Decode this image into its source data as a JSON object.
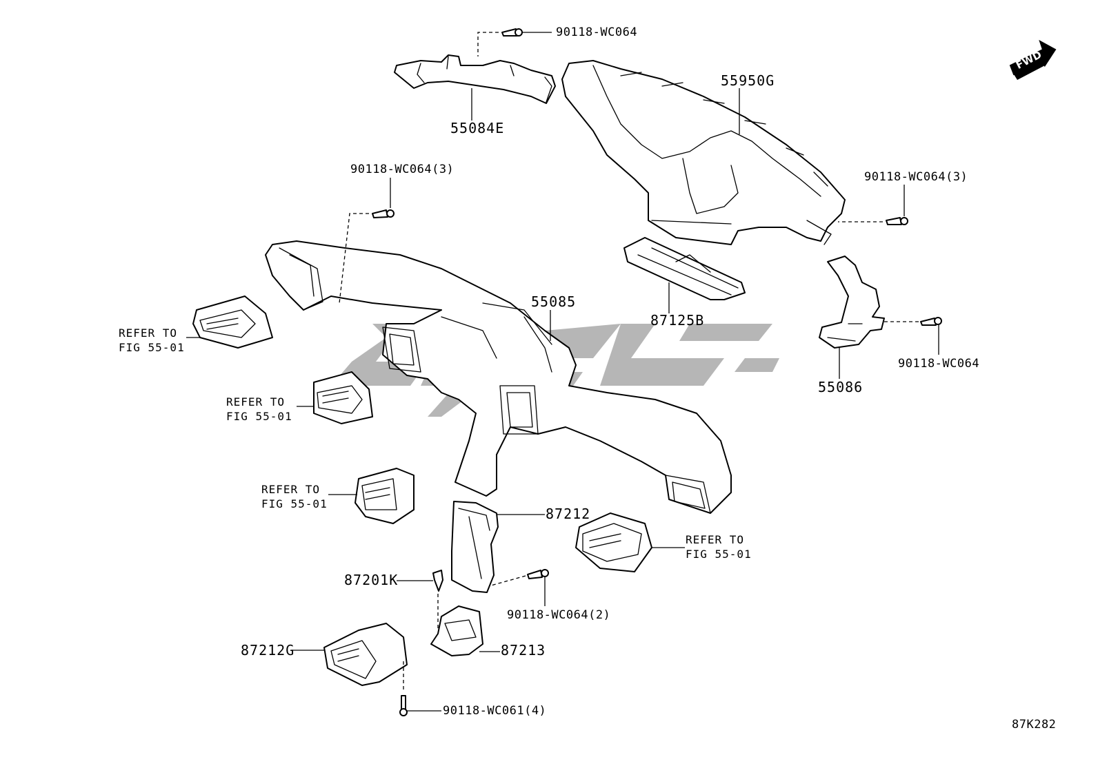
{
  "diagram": {
    "diagram_code": "87K282",
    "direction_indicator": "FWD",
    "callouts": [
      {
        "id": "c1",
        "text": "90118-WC064"
      },
      {
        "id": "c2",
        "text": "55084E"
      },
      {
        "id": "c3",
        "text": "55950G"
      },
      {
        "id": "c4",
        "text": "90118-WC064(3)"
      },
      {
        "id": "c5",
        "text": "90118-WC064(3)"
      },
      {
        "id": "c6",
        "text": "55085"
      },
      {
        "id": "c7",
        "text": "87125B"
      },
      {
        "id": "c8",
        "text": "90118-WC064"
      },
      {
        "id": "c9",
        "text": "55086"
      },
      {
        "id": "c10",
        "text": "87212"
      },
      {
        "id": "c11",
        "text": "87201K"
      },
      {
        "id": "c12",
        "text": "90118-WC064(2)"
      },
      {
        "id": "c13",
        "text": "87213"
      },
      {
        "id": "c14",
        "text": "87212G"
      },
      {
        "id": "c15",
        "text": "90118-WC061(4)"
      }
    ],
    "references": [
      {
        "id": "r1",
        "line1": "REFER TO",
        "line2": "FIG 55-01"
      },
      {
        "id": "r2",
        "line1": "REFER TO",
        "line2": "FIG 55-01"
      },
      {
        "id": "r3",
        "line1": "REFER TO",
        "line2": "FIG 55-01"
      },
      {
        "id": "r4",
        "line1": "REFER TO",
        "line2": "FIG 55-01"
      }
    ]
  },
  "colors": {
    "line": "#000000",
    "background": "#ffffff",
    "watermark": "#9a9a9a"
  }
}
